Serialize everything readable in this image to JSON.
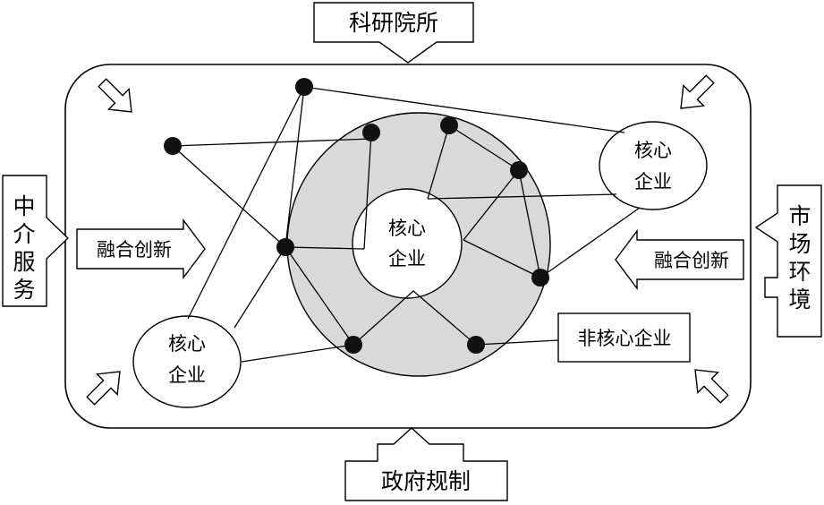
{
  "labels": {
    "top": "科研院所",
    "bottom": "政府规制",
    "left": [
      "中",
      "介",
      "服",
      "务"
    ],
    "right": [
      "市",
      "场",
      "环",
      "境"
    ],
    "fusion_left": "融合创新",
    "fusion_right": "融合创新",
    "non_core": "非核心企业"
  },
  "core_enterprise": {
    "center": [
      "核心",
      "企业"
    ],
    "upper_right": [
      "核心",
      "企业"
    ],
    "lower_left": [
      "核心",
      "企业"
    ]
  },
  "colors": {
    "ring_fill": "#d9d9d9",
    "stroke": "#000000",
    "node": "#111111",
    "background": "#ffffff"
  }
}
